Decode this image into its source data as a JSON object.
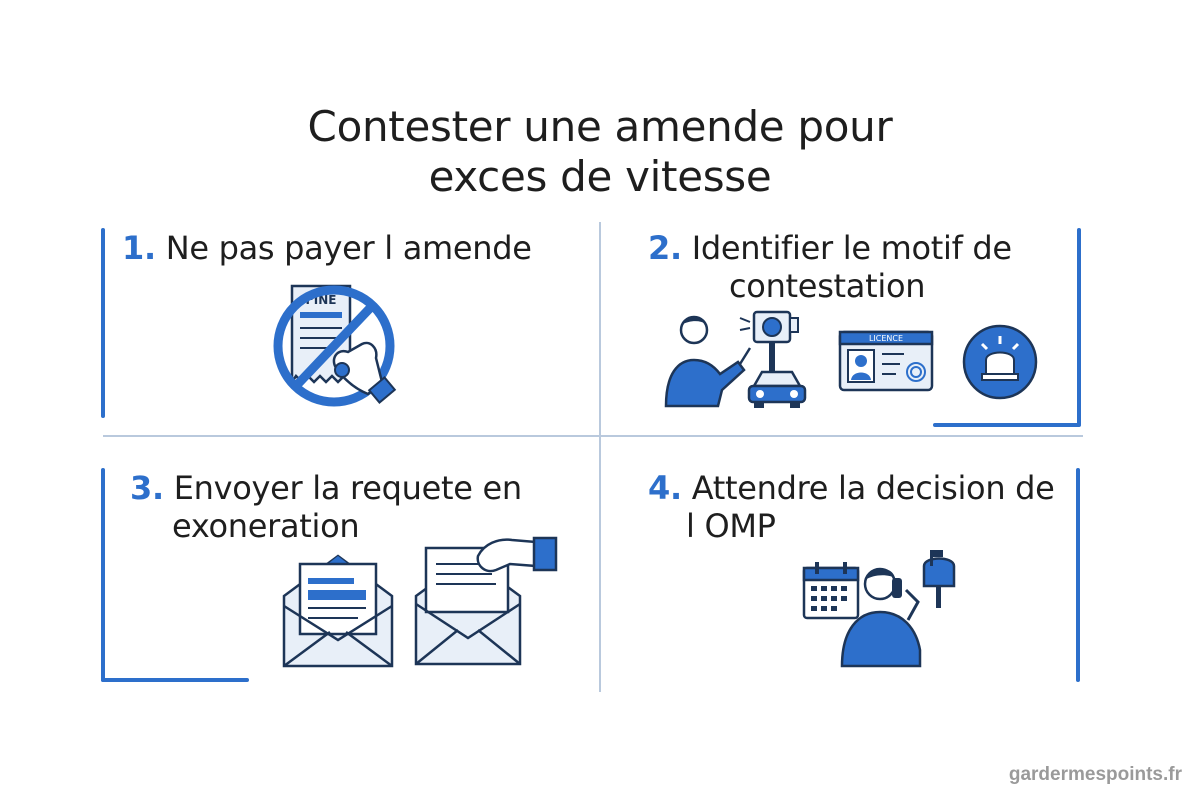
{
  "title": {
    "line1": "Contester une amende pour",
    "line2": "exces de vitesse"
  },
  "steps": [
    {
      "num": "1.",
      "line1": "Ne pas payer l amende",
      "line2": ""
    },
    {
      "num": "2.",
      "line1": "Identifier le motif de",
      "line2": "contestation"
    },
    {
      "num": "3.",
      "line1": "Envoyer la requete en",
      "line2": "exoneration"
    },
    {
      "num": "4.",
      "line1": "Attendre la decision de",
      "line2": "l OMP"
    }
  ],
  "illustrations": {
    "fine_ticket_label": "FINE",
    "licence_card_label": "LICENCE"
  },
  "footer": {
    "site": "gardermespoints.fr"
  },
  "colors": {
    "accent": "#2d6fcb",
    "dark_outline": "#1d3557",
    "light_fill": "#e8eff8",
    "divider": "#b9c9dd"
  },
  "icons": [
    "no-payment-icon",
    "fine-ticket-icon",
    "hand-icon",
    "person-pointing-icon",
    "speed-camera-icon",
    "car-icon",
    "licence-card-icon",
    "siren-icon",
    "envelope-icon",
    "document-icon",
    "calendar-icon",
    "person-on-phone-icon",
    "mailbox-icon"
  ]
}
